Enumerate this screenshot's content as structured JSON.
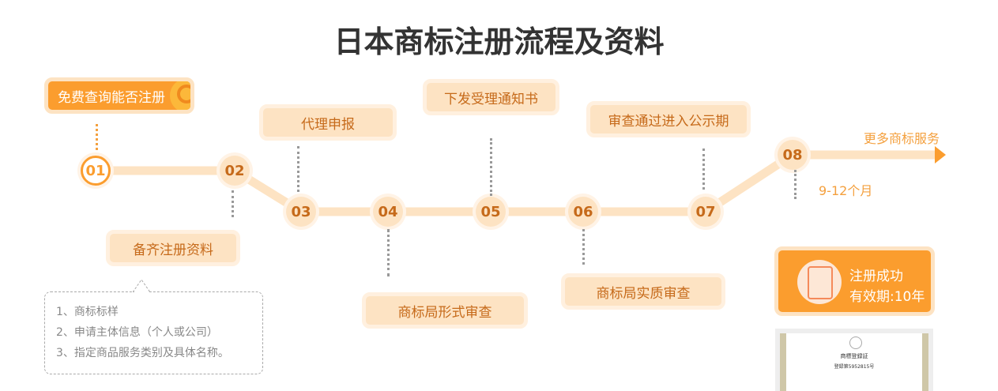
{
  "title": "日本商标注册流程及资料",
  "steps": [
    {
      "num": "01",
      "label": "免费查询能否注册"
    },
    {
      "num": "02",
      "label": "备齐注册资料"
    },
    {
      "num": "03",
      "label": "代理申报"
    },
    {
      "num": "04",
      "label": "商标局形式审查"
    },
    {
      "num": "05",
      "label": "下发受理通知书"
    },
    {
      "num": "06",
      "label": "商标局实质审查"
    },
    {
      "num": "07",
      "label": "审查通过进入公示期"
    },
    {
      "num": "08",
      "label": ""
    }
  ],
  "materials": [
    "1、商标标样",
    "2、申请主体信息（个人或公司）",
    "3、指定商品服务类别及具体名称。"
  ],
  "more_services": "更多商标服务",
  "duration": "9-12个月",
  "success": {
    "title": "注册成功",
    "validity": "有效期:10年"
  },
  "certificate": {
    "title": "商標登録証",
    "number": "登録第5952815号"
  },
  "colors": {
    "accent": "#fb9d2e",
    "light": "#fde3c3",
    "text": "#c66a1a"
  }
}
